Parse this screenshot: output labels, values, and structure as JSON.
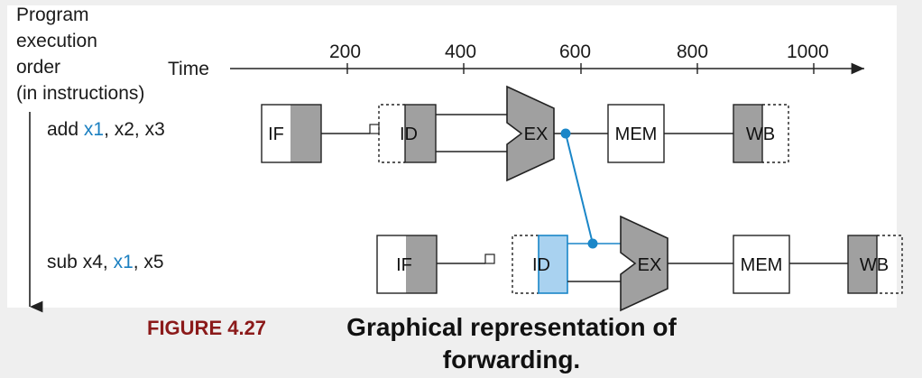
{
  "axis": {
    "order_label": [
      "Program",
      "execution",
      "order",
      "(in instructions)"
    ],
    "time_label": "Time",
    "ticks": [
      "200",
      "400",
      "600",
      "800",
      "1000"
    ]
  },
  "instructions": [
    {
      "op": "add",
      "parts": [
        [
          "x1",
          true
        ],
        [
          ", x2, x3",
          false
        ]
      ]
    },
    {
      "op": "sub",
      "parts": [
        [
          "x4, ",
          false
        ],
        [
          "x1",
          true
        ],
        [
          ", x5",
          false
        ]
      ]
    }
  ],
  "stages": {
    "if": "IF",
    "id": "ID",
    "ex": "EX",
    "mem": "MEM",
    "wb": "WB"
  },
  "colors": {
    "forward": "#1a86c8",
    "shade": "#a0a0a0",
    "id_highlight": "#a9d2f0",
    "caption_number": "#8b1a1a"
  },
  "caption": {
    "number": "FIGURE 4.27",
    "title": "Graphical representation of forwarding."
  }
}
